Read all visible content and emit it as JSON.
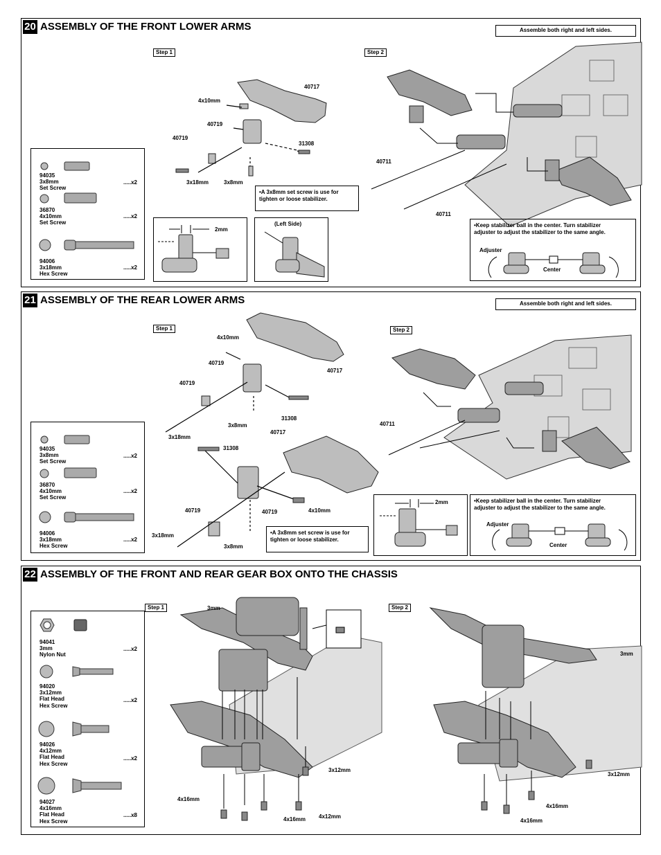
{
  "sections": [
    {
      "number": "20",
      "title": "ASSEMBLY OF THE FRONT LOWER ARMS",
      "note": "Assemble both right and left sides.",
      "step1": "Step 1",
      "step2": "Step 2",
      "parts": [
        {
          "code": "94035",
          "size": "3x8mm",
          "name": "Set Screw",
          "qty": ".....x2"
        },
        {
          "code": "36870",
          "size": "4x10mm",
          "name": "Set Screw",
          "qty": ".....x2"
        },
        {
          "code": "94006",
          "size": "3x18mm",
          "name": "Hex Screw",
          "qty": ".....x2"
        }
      ],
      "labels": {
        "a": "40717",
        "b": "4x10mm",
        "c": "40719",
        "d": "40719",
        "e": "31308",
        "f": "3x18mm",
        "g": "3x8mm",
        "h": "40711",
        "i": "40711"
      },
      "callout": "•A 3x8mm set screw is use for\ntighten or loose stabilizer.",
      "gap": "2mm",
      "left_side": "(Left Side)",
      "stabilizer_note": "•Keep stabilizer ball in the center. Turn stabilizer\n adjuster to adjust the stabilizer to the same angle.",
      "adjuster": "Adjuster",
      "center": "Center"
    },
    {
      "number": "21",
      "title": "ASSEMBLY OF THE REAR LOWER ARMS",
      "note": "Assemble both right and left sides.",
      "step1": "Step 1",
      "step2": "Step 2",
      "parts": [
        {
          "code": "94035",
          "size": "3x8mm",
          "name": "Set Screw",
          "qty": ".....x2"
        },
        {
          "code": "36870",
          "size": "4x10mm",
          "name": "Set Screw",
          "qty": ".....x2"
        },
        {
          "code": "94006",
          "size": "3x18mm",
          "name": "Hex Screw",
          "qty": ".....x2"
        }
      ],
      "labels": {
        "a": "4x10mm",
        "b": "40719",
        "c": "40717",
        "d": "40719",
        "e": "3x8mm",
        "f": "31308",
        "g": "3x18mm",
        "h": "40717",
        "i": "31308",
        "j": "40719",
        "k": "4x10mm",
        "l": "40719",
        "m": "3x18mm",
        "n": "3x8mm",
        "o": "40711"
      },
      "callout": "•A 3x8mm set screw is use for\ntighten or loose stabilizer.",
      "gap": "2mm",
      "stabilizer_note": "•Keep stabilizer ball in the center. Turn stabilizer\n adjuster to adjust the stabilizer to the same angle.",
      "adjuster": "Adjuster",
      "center": "Center"
    },
    {
      "number": "22",
      "title": "ASSEMBLY OF THE FRONT AND REAR GEAR BOX ONTO THE CHASSIS",
      "step1": "Step 1",
      "step2": "Step 2",
      "parts": [
        {
          "code": "94041",
          "size": "3mm",
          "name": "Nylon Nut",
          "qty": ".....x2"
        },
        {
          "code": "94020",
          "size": "3x12mm",
          "name": "Flat  Head\nHex Screw",
          "qty": ".....x2"
        },
        {
          "code": "94026",
          "size": "4x12mm",
          "name": "Flat Head\nHex Screw",
          "qty": ".....x2"
        },
        {
          "code": "94027",
          "size": "4x16mm",
          "name": "Flat  Head\nHex Screw",
          "qty": ".....x8"
        }
      ],
      "labels": {
        "a": "3mm",
        "b": "3x12mm",
        "c": "4x16mm",
        "d": "4x16mm",
        "e": "4x12mm",
        "f": "3mm",
        "g": "3x12mm",
        "h": "4x16mm",
        "i": "4x16mm"
      }
    }
  ]
}
